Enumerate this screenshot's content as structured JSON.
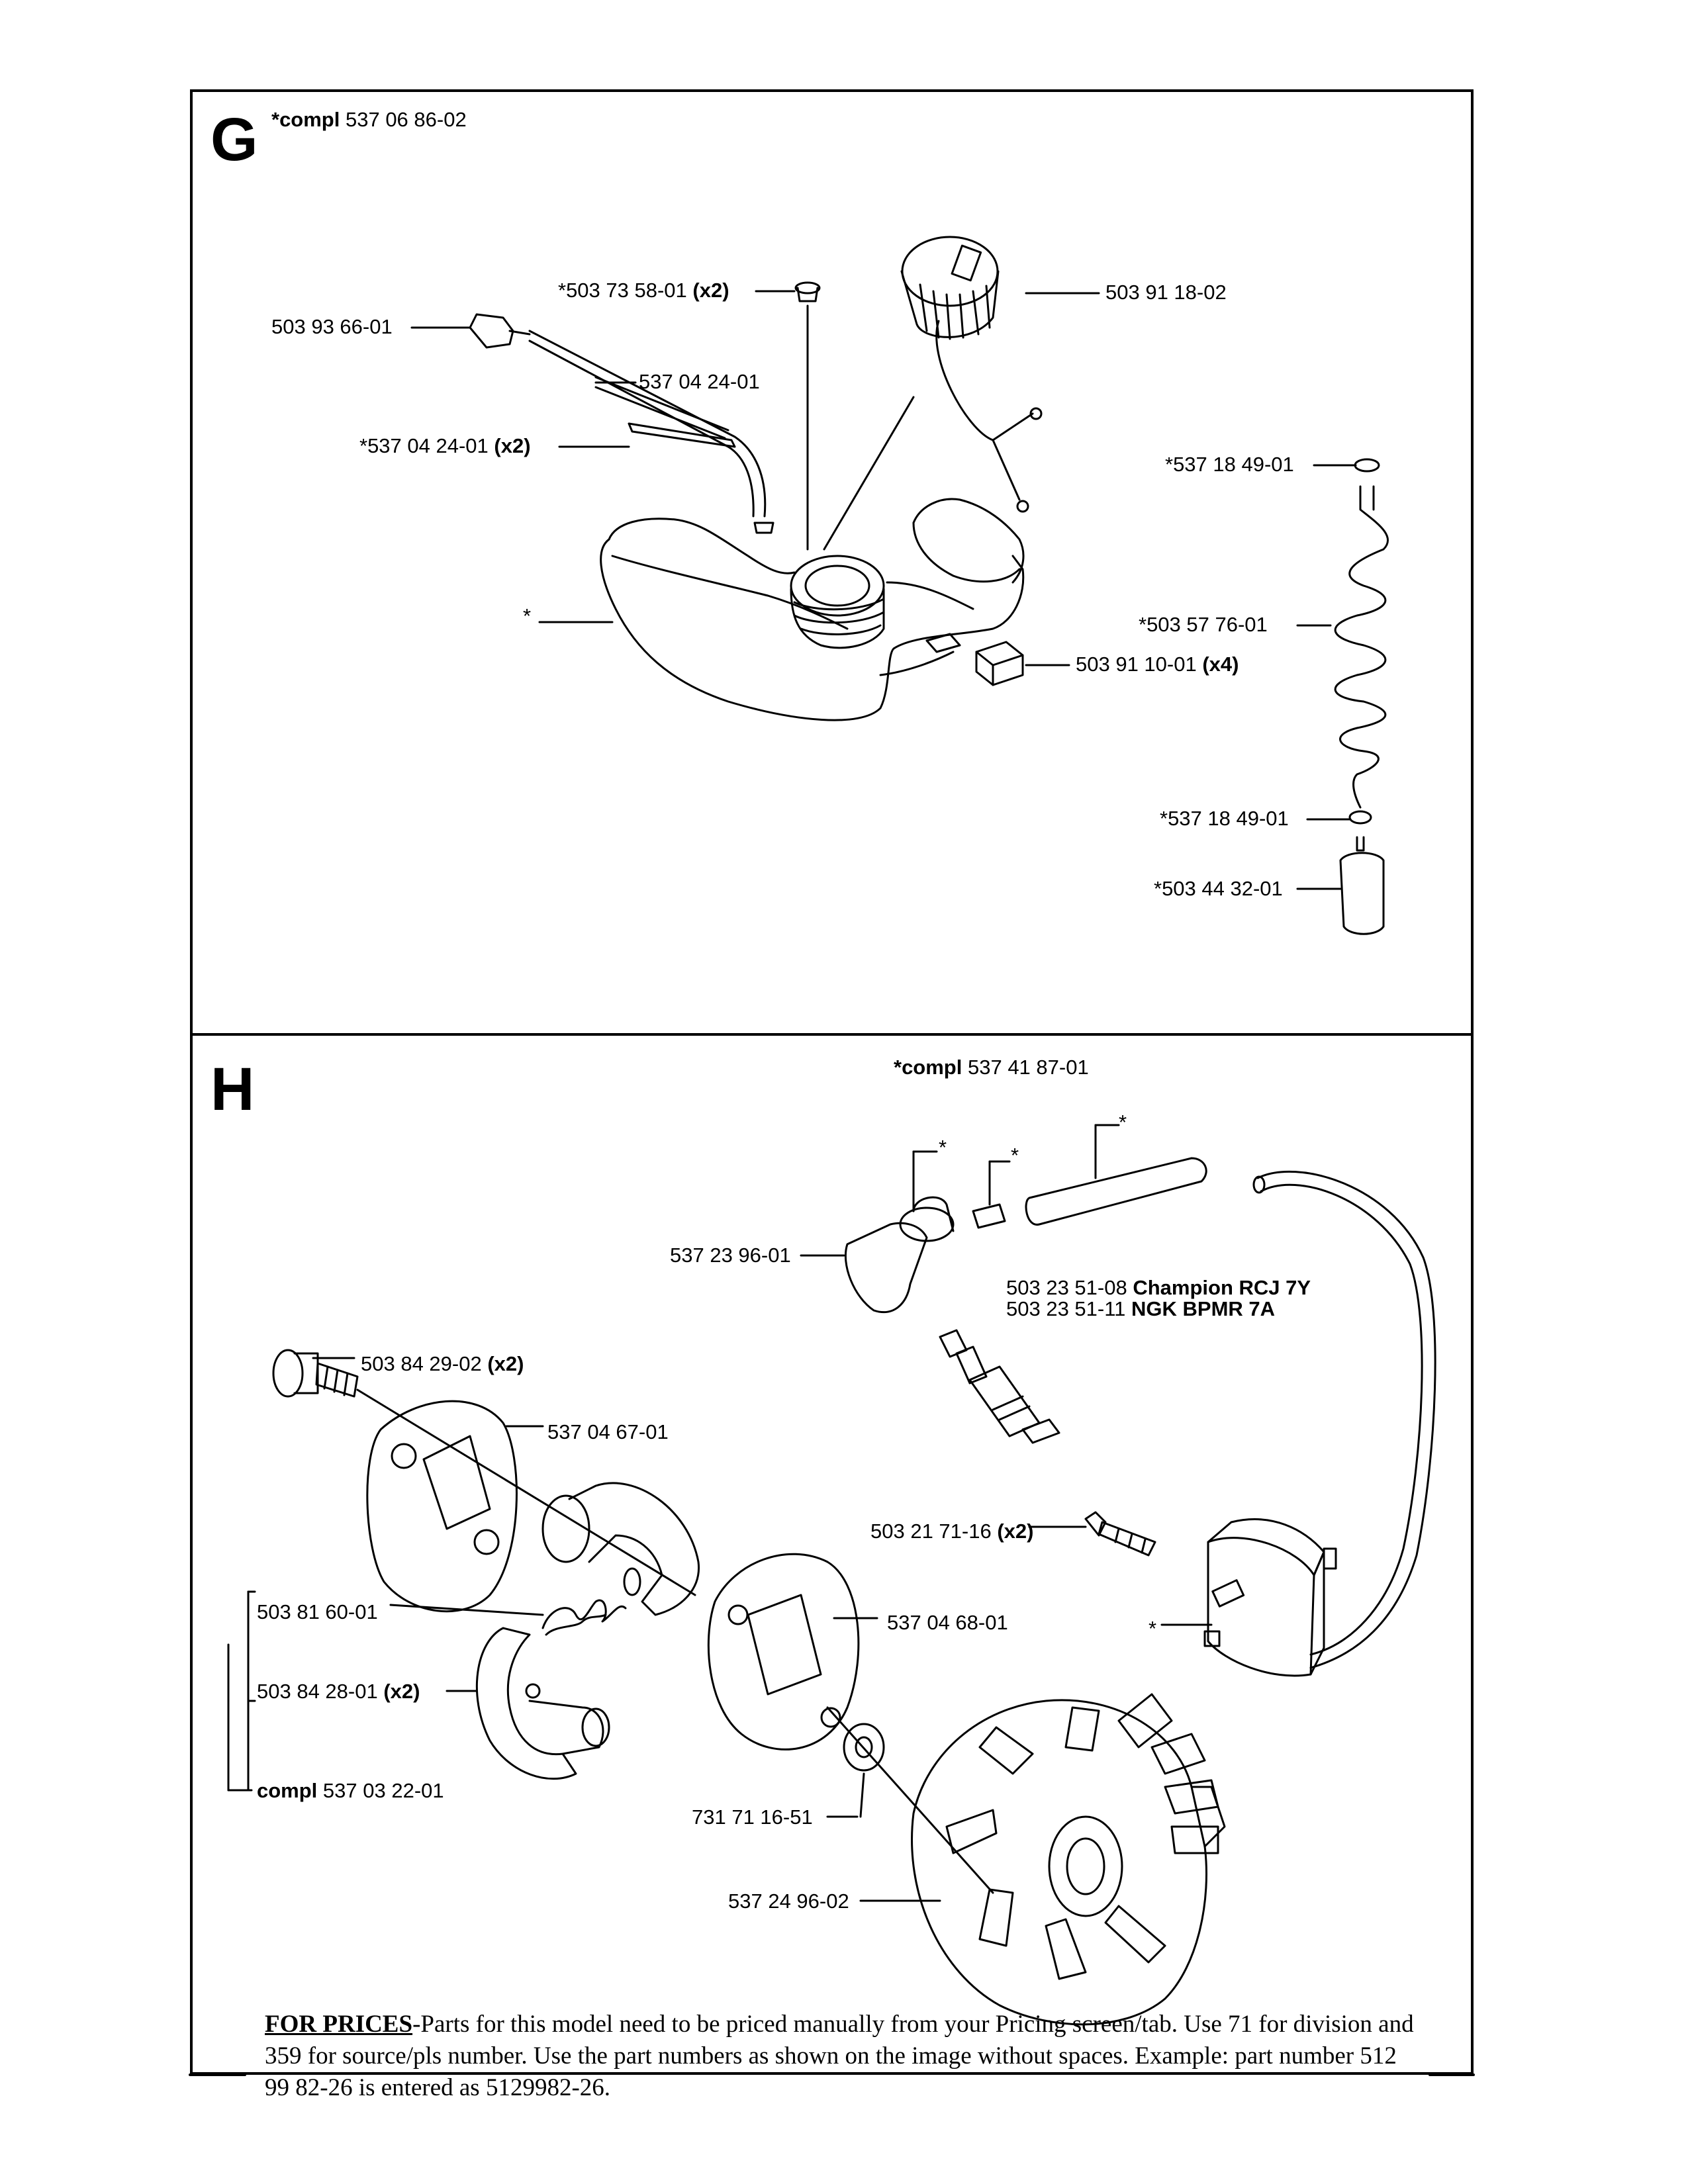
{
  "section_g": {
    "letter": "G",
    "compl_prefix": "*compl",
    "compl_number": "537 06 86-02",
    "parts": {
      "p1": "503 93 66-01",
      "p2_num": "*503 73 58-01",
      "p2_qty": "(x2)",
      "p3": "503 91 18-02",
      "p4": "537 04 24-01",
      "p5_num": "*537 04 24-01",
      "p5_qty": "(x2)",
      "p6": "*537 18 49-01",
      "p7": "*",
      "p8": "*503 57 76-01",
      "p9_num": "503 91 10-01",
      "p9_qty": "(x4)",
      "p10": "*537 18 49-01",
      "p11": "*503 44 32-01"
    }
  },
  "section_h": {
    "letter": "H",
    "compl_prefix": "*compl",
    "compl_number": "537 41 87-01",
    "parts": {
      "star1": "*",
      "star2": "*",
      "star3": "*",
      "star4": "*",
      "boot": "537 23 96-01",
      "plug1_num": "503 23 51-08",
      "plug1_brand": "Champion RCJ 7Y",
      "plug2_num": "503 23 51-11",
      "plug2_brand": "NGK BPMR 7A",
      "screw1_num": "503 84 29-02",
      "screw1_qty": "(x2)",
      "plate1": "537 04 67-01",
      "screw2_num": "503 21 71-16",
      "screw2_qty": "(x2)",
      "spring": "503 81 60-01",
      "plate2": "537 04 68-01",
      "shoe_num": "503 84 28-01",
      "shoe_qty": "(x2)",
      "clutch_prefix": "compl",
      "clutch_number": "537 03 22-01",
      "washer": "731 71 16-51",
      "flywheel": "537 24 96-02"
    }
  },
  "footer": {
    "for_prices": "FOR PRICES",
    "text": "-Parts for this model need to be priced manually from your Pricing screen/tab. Use 71 for division and 359 for source/pls number. Use the part numbers as shown on the image without spaces. Example: part number 512 99 82-26 is entered as 5129982-26."
  }
}
